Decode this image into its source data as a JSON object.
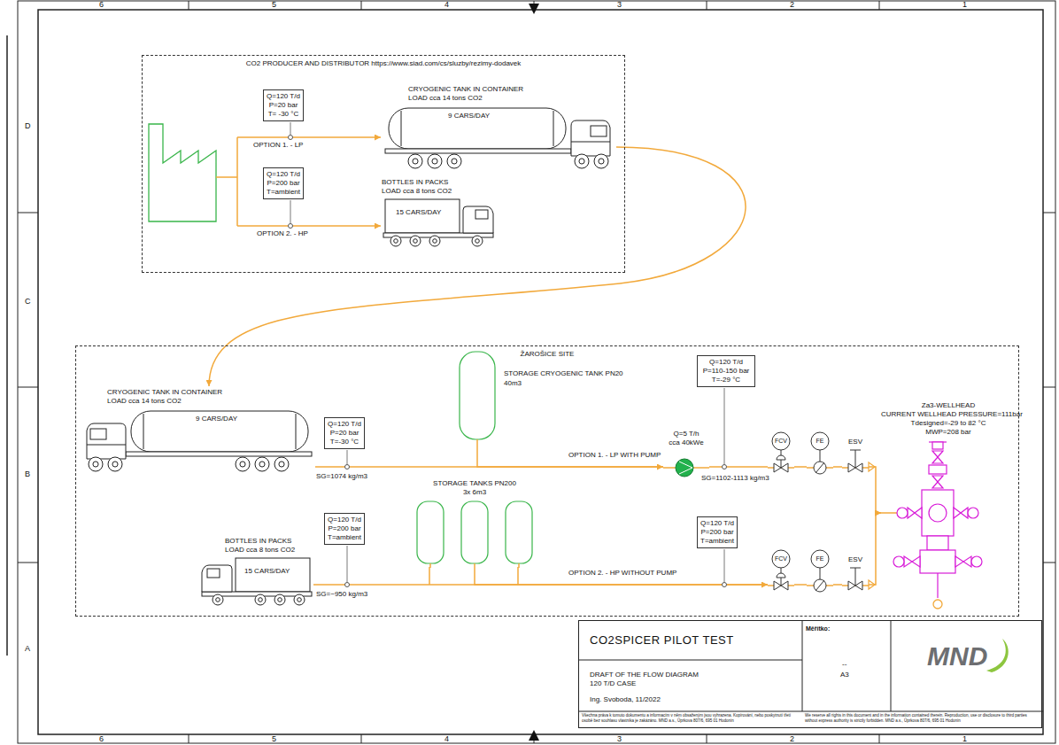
{
  "diagram": {
    "nodes": [
      {
        "text": [
          "CO2 PRODUCER AND DISTRIBUTOR https://www.siad.com/cs/sluzby/rezimy-dodavek"
        ]
      },
      {
        "text": [
          "Q=120 T/d P=20 bar T= -30 °C"
        ],
        "in": 0
      },
      {
        "text": [
          "CRYOGENIC TANK IN CONTAINER LOAD cca 14 tons CO2",
          "9 CARS/DAY"
        ],
        "in": 0
      },
      {
        "text": [
          "Q=120 T/d P=200 bar T=ambient"
        ],
        "in": 0
      },
      {
        "text": [
          "BOTTLES IN PACKS LOAD cca 8 tons CO2",
          "15 CARS/DAY"
        ],
        "in": 0
      },
      {
        "text": [
          "ŽAROŠICE SITE"
        ]
      },
      {
        "text": [
          "CRYOGENIC TANK IN CONTAINER LOAD cca 14 tons CO2",
          "9 CARS/DAY"
        ],
        "in": 5
      },
      {
        "text": [
          "Q=120 T/d P=20 bar T=-30 °C"
        ],
        "in": 5
      },
      {
        "text": [
          "STORAGE CRYOGENIC TANK PN20",
          "40m3"
        ],
        "in": 5
      },
      {
        "text": [
          "Q=5 T/h cca 40kWe"
        ],
        "in": 5
      },
      {
        "text": [
          "Q=120 T/d P=110-150 bar T=-29 °C"
        ],
        "in": 5
      },
      {
        "text": [
          "FCV"
        ],
        "in": 5
      },
      {
        "text": [
          "FE"
        ],
        "in": 5
      },
      {
        "text": [
          "ESV"
        ],
        "in": 5
      },
      {
        "text": [
          "Za3-WELLHEAD",
          "CURRENT WELLHEAD PRESSURE=111bar",
          "Tdesigned=-29 to 82 °C",
          "MWP=208 bar"
        ],
        "in": 5
      },
      {
        "text": [
          "BOTTLES IN PACKS LOAD cca 8 tons CO2",
          "15 CARS/DAY"
        ],
        "in": 5
      },
      {
        "text": [
          "Q=120 T/d P=200 bar T=ambient"
        ],
        "in": 5
      },
      {
        "text": [
          "STORAGE TANKS PN200 3x 6m3"
        ],
        "in": 5
      },
      {
        "text": [
          "Q=120 T/d P=200 bar T=ambient"
        ],
        "in": 5
      },
      {
        "text": [
          "FCV"
        ],
        "in": 5
      },
      {
        "text": [
          "FE"
        ],
        "in": 5
      },
      {
        "text": [
          "ESV"
        ],
        "in": 5
      },
      {
        "text": [
          "CO2SPICER PILOT TEST",
          "DRAFT OF THE FLOW DIAGRAM 120 T/D CASE",
          "Ing. Svoboda, 11/2022",
          "Všechna práva k tomuto dokumentu a informacím v něm obsaženým jsou vyhrazena. Kopírování, nebo poskytnutí třetí osobě bez souhlasu vlastníka je zakázáno. MND a.s., Úprkova 807/6, 695 01 Hodonín",
          "Měřítko:",
          "--",
          "A3",
          "MND",
          "We reserve all rights in this document and in the information contained therein. Reproduction, use or disclosure to third parties without express authority is strictly forbidden. MND a.s., Úprkova 807/6, 695 01 Hodonín"
        ]
      }
    ],
    "edges": [
      {
        "from": 2,
        "to": 6,
        "arrow": "to"
      },
      {
        "from": 6,
        "to": 9,
        "label": "OPTION 1. - LP WITH PUMP",
        "arrow": "to"
      },
      {
        "from": 8,
        "to": 9,
        "arrow": "none"
      },
      {
        "from": 9,
        "to": 11,
        "arrow": "none"
      },
      {
        "from": 11,
        "to": 12,
        "arrow": "none"
      },
      {
        "from": 12,
        "to": 13,
        "arrow": "none"
      },
      {
        "from": 13,
        "to": 14,
        "arrow": "to"
      },
      {
        "from": 15,
        "to": 19,
        "label": "OPTION 2. - HP WITHOUT PUMP",
        "arrow": "to"
      },
      {
        "from": 17,
        "to": 19,
        "arrow": "none"
      },
      {
        "from": 19,
        "to": 20,
        "arrow": "none"
      },
      {
        "from": 20,
        "to": 21,
        "arrow": "none"
      },
      {
        "from": 21,
        "to": 14,
        "arrow": "to"
      }
    ],
    "labels": [
      "6",
      "5",
      "4",
      "3",
      "2",
      "1",
      "6",
      "5",
      "4",
      "3",
      "2",
      "1",
      "D",
      "C",
      "B",
      "A",
      "OPTION 1. - LP",
      "OPTION 2. - HP",
      "SG=1074 kg/m3",
      "SG=1102-1113 kg/m3",
      "SG=~950 kg/m3"
    ]
  }
}
